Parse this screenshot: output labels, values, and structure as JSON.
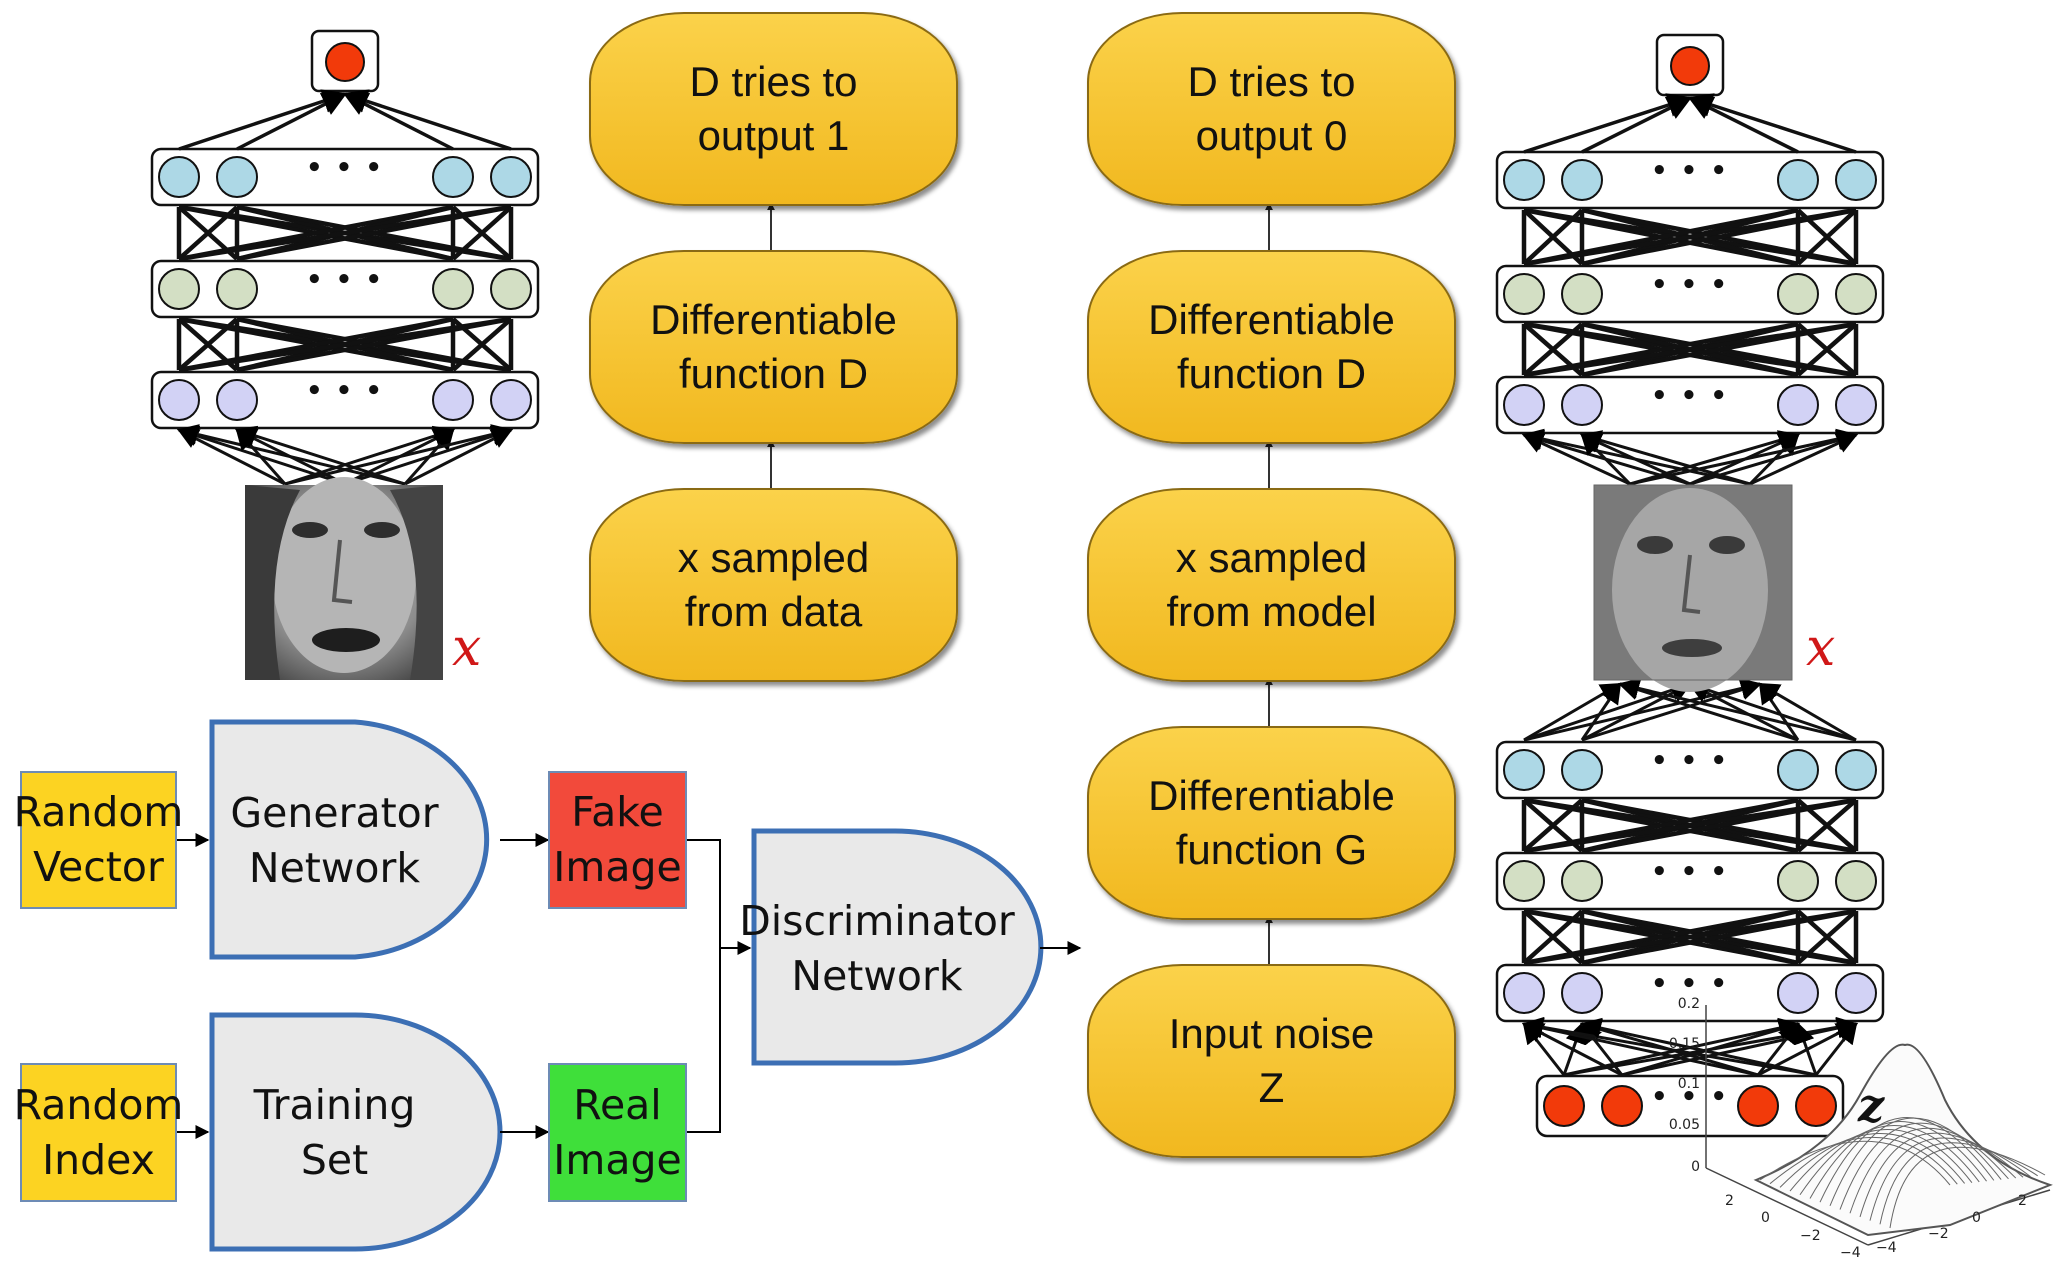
{
  "pipelines": {
    "real": {
      "top": "D tries to\noutput 1",
      "middle": "Differentiable\nfunction D",
      "bottom": "x sampled\nfrom data"
    },
    "fake": {
      "top": "D tries to\noutput 0",
      "d_function": "Differentiable\nfunction D",
      "sample": "x sampled\nfrom model",
      "g_function": "Differentiable\nfunction G",
      "noise": "Input noise\nZ"
    }
  },
  "flow": {
    "random_vector": "Random\nVector",
    "generator": "Generator\nNetwork",
    "fake_image": "Fake\nImage",
    "random_index": "Random\nIndex",
    "training_set": "Training\nSet",
    "real_image": "Real\nImage",
    "discriminator": "Discriminator\nNetwork"
  },
  "networks": {
    "dots": "• • •",
    "x_symbol": "x",
    "z_symbol": "z"
  },
  "distribution_plot": {
    "z_ticks": [
      "0",
      "0.05",
      "0.1",
      "0.15",
      "0.2"
    ],
    "axis_ticks_left": [
      "2",
      "0",
      "−2",
      "−4"
    ],
    "axis_ticks_right": [
      "−4",
      "−2",
      "0",
      "2"
    ]
  },
  "colors": {
    "pill_fill": "#f6c431",
    "yellow_box": "#fcd322",
    "red_box": "#f24a3b",
    "green_box": "#3fdf3a",
    "shape_border": "#3c6fb4",
    "node_top": "#add8e6",
    "node_middle": "#d3dfc4",
    "node_bottom": "#d2d2f5",
    "node_output": "#f23a0a",
    "x_symbol": "#d01818"
  }
}
